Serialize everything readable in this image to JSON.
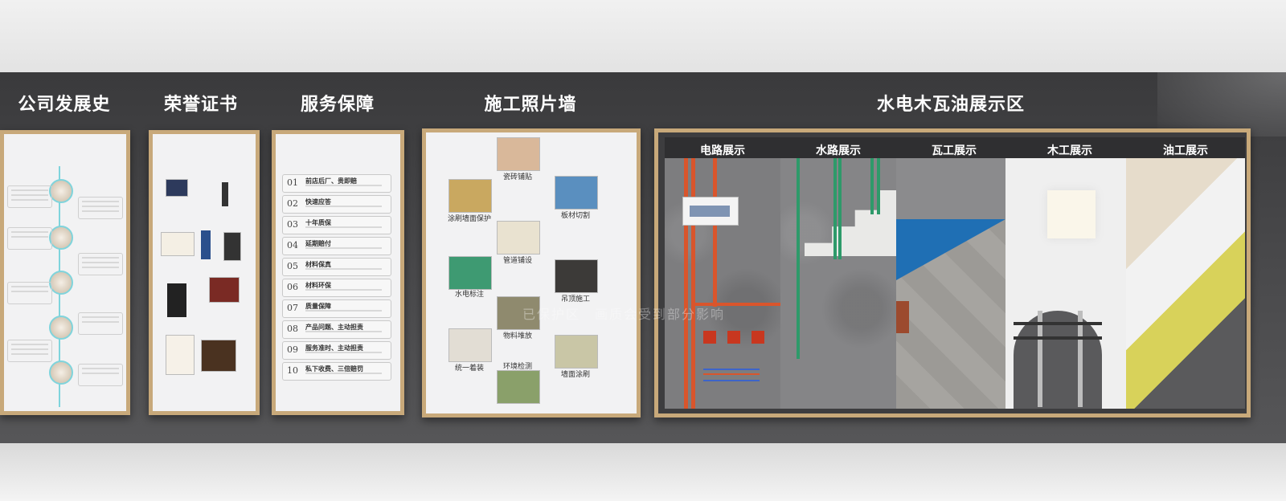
{
  "sections": {
    "history": "公司发展史",
    "honors": "荣誉证书",
    "service": "服务保障",
    "photos": "施工照片墙",
    "showcase": "水电木瓦油展示区"
  },
  "service_items": [
    {
      "num": "01",
      "title": "前店后厂、贵即赔"
    },
    {
      "num": "02",
      "title": "快速应答"
    },
    {
      "num": "03",
      "title": "十年质保"
    },
    {
      "num": "04",
      "title": "延期赔付"
    },
    {
      "num": "05",
      "title": "材料保真"
    },
    {
      "num": "06",
      "title": "材料环保"
    },
    {
      "num": "07",
      "title": "质量保障"
    },
    {
      "num": "08",
      "title": "产品问题、主动担责"
    },
    {
      "num": "09",
      "title": "服务准时、主动担责"
    },
    {
      "num": "10",
      "title": "私下收费、三倍赔罚"
    }
  ],
  "photo_labels": {
    "tile": "瓷砖铺贴",
    "wall_protect": "涂刷墙面保护",
    "board_cut": "板材切割",
    "pipe": "管道铺设",
    "mark": "水电标注",
    "ceiling": "吊顶施工",
    "stack": "物料堆放",
    "kit": "统一着装",
    "env": "环境检测",
    "paint": "墙面涂刷"
  },
  "showcase_labels": {
    "electric": "电路展示",
    "water": "水路展示",
    "tile": "瓦工展示",
    "wood": "木工展示",
    "paint": "油工展示"
  },
  "watermark": "已保护区　画质会受到部分影响",
  "colors": {
    "frame": "#c8a97a",
    "accent_teal": "#7fd4dc",
    "pipe_red": "#d9552c",
    "pipe_green": "#2e9a6a",
    "blue_membrane": "#1f6fb4",
    "yellow_stripe": "#d8d25a"
  }
}
